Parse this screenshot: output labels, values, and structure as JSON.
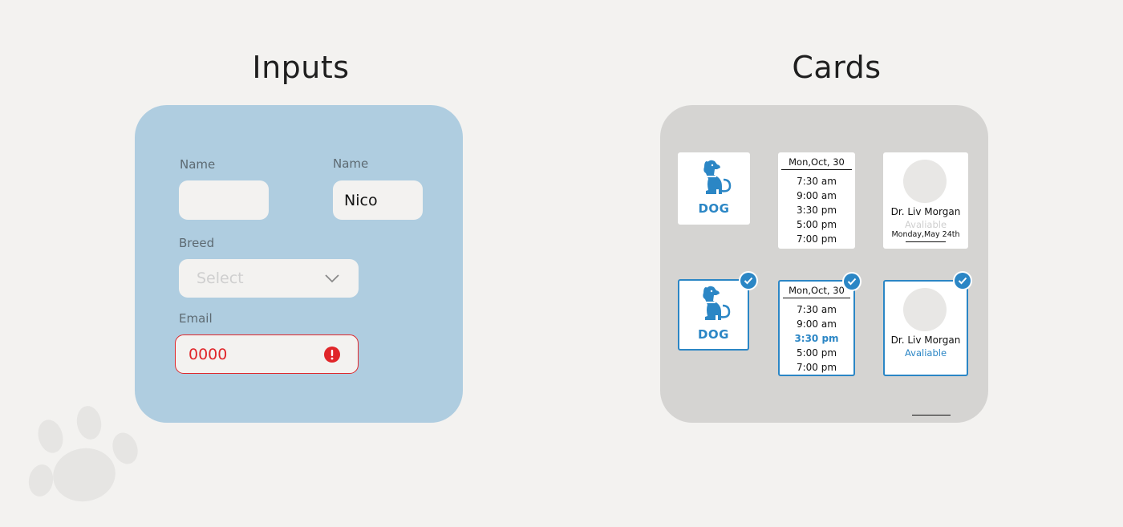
{
  "inputs": {
    "title": "Inputs",
    "name_label_1": "Name",
    "name_value_1": "",
    "name_label_2": "Name",
    "name_value_2": "Nico",
    "breed_label": "Breed",
    "breed_placeholder": "Select",
    "email_label": "Email",
    "email_value": "0000",
    "error_color": "#e0262a"
  },
  "cards": {
    "title": "Cards",
    "accent_color": "#2b86c5",
    "pet_card": {
      "label": "DOG",
      "icon": "dog-icon"
    },
    "pet_card_selected": {
      "label": "DOG",
      "icon": "dog-icon",
      "selected": true
    },
    "schedule_card": {
      "date": "Mon,Oct, 30",
      "times": [
        "7:30 am",
        "9:00 am",
        "3:30 pm",
        "5:00 pm",
        "7:00 pm"
      ]
    },
    "schedule_card_selected": {
      "date": "Mon,Oct, 30",
      "times": [
        "7:30 am",
        "9:00 am",
        "3:30 pm",
        "5:00 pm",
        "7:00 pm"
      ],
      "selected_time": "3:30 pm",
      "selected": true
    },
    "doctor_card": {
      "name": "Dr. Liv Morgan",
      "status": "Avaliable",
      "date": "Monday,May 24th"
    },
    "doctor_card_selected": {
      "name": "Dr. Liv Morgan",
      "status": "Avaliable",
      "selected": true
    }
  },
  "decor": {
    "paw_icon": "paw-print-icon"
  }
}
